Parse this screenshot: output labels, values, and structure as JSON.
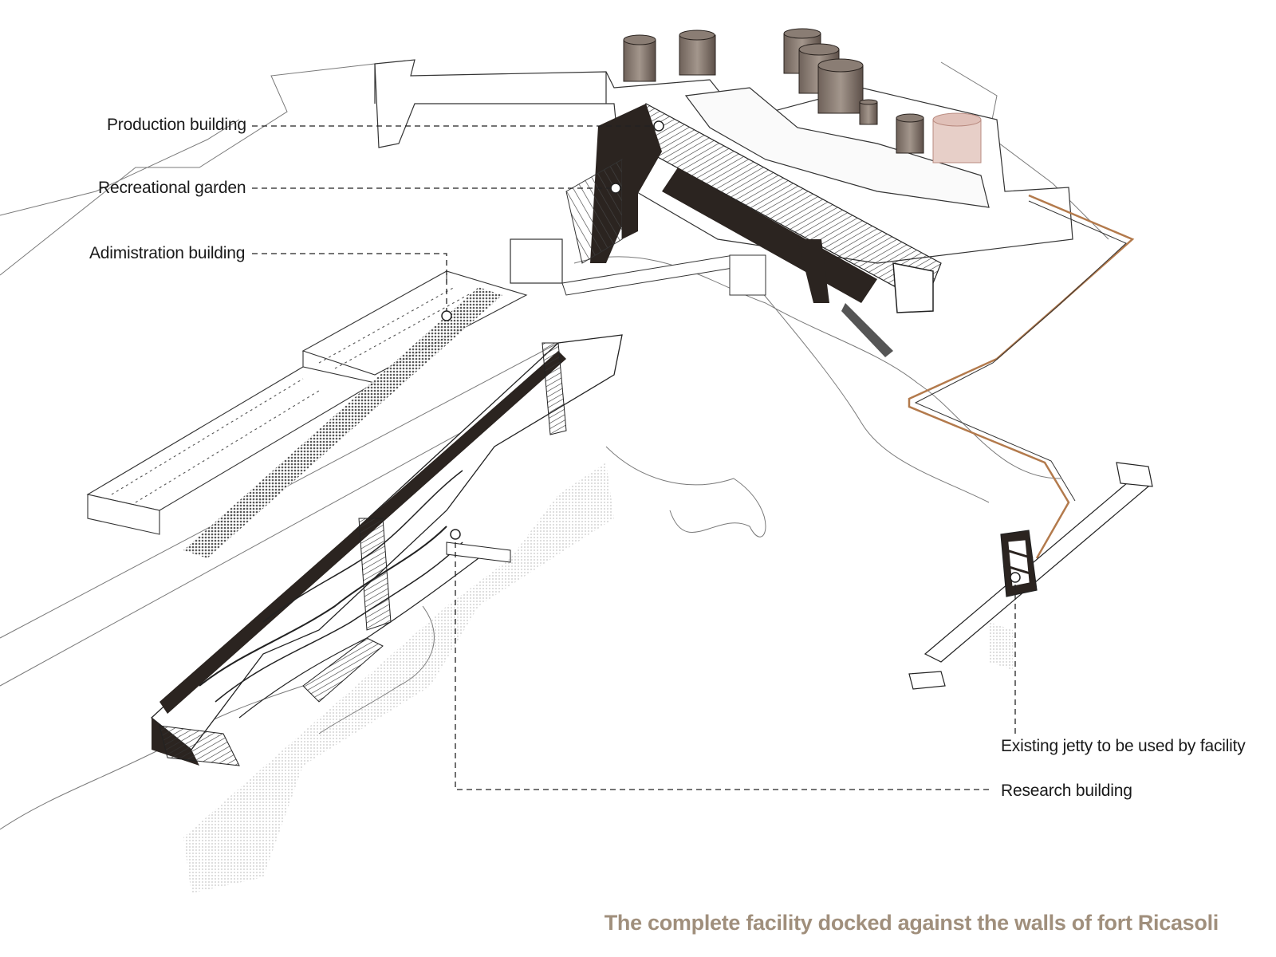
{
  "labels": {
    "production": "Production building",
    "recreational": "Recreational garden",
    "administration": "Adimistration building",
    "jetty": "Existing jetty to be used by facility",
    "research": "Research building"
  },
  "caption": "The complete facility docked against the walls of fort Ricasoli",
  "colors": {
    "caption": "#a08f7c",
    "ink": "#1a1a1a",
    "dark_fill": "#2b2420",
    "tank": "#8a7d74",
    "pipe": "#b37a4c"
  }
}
